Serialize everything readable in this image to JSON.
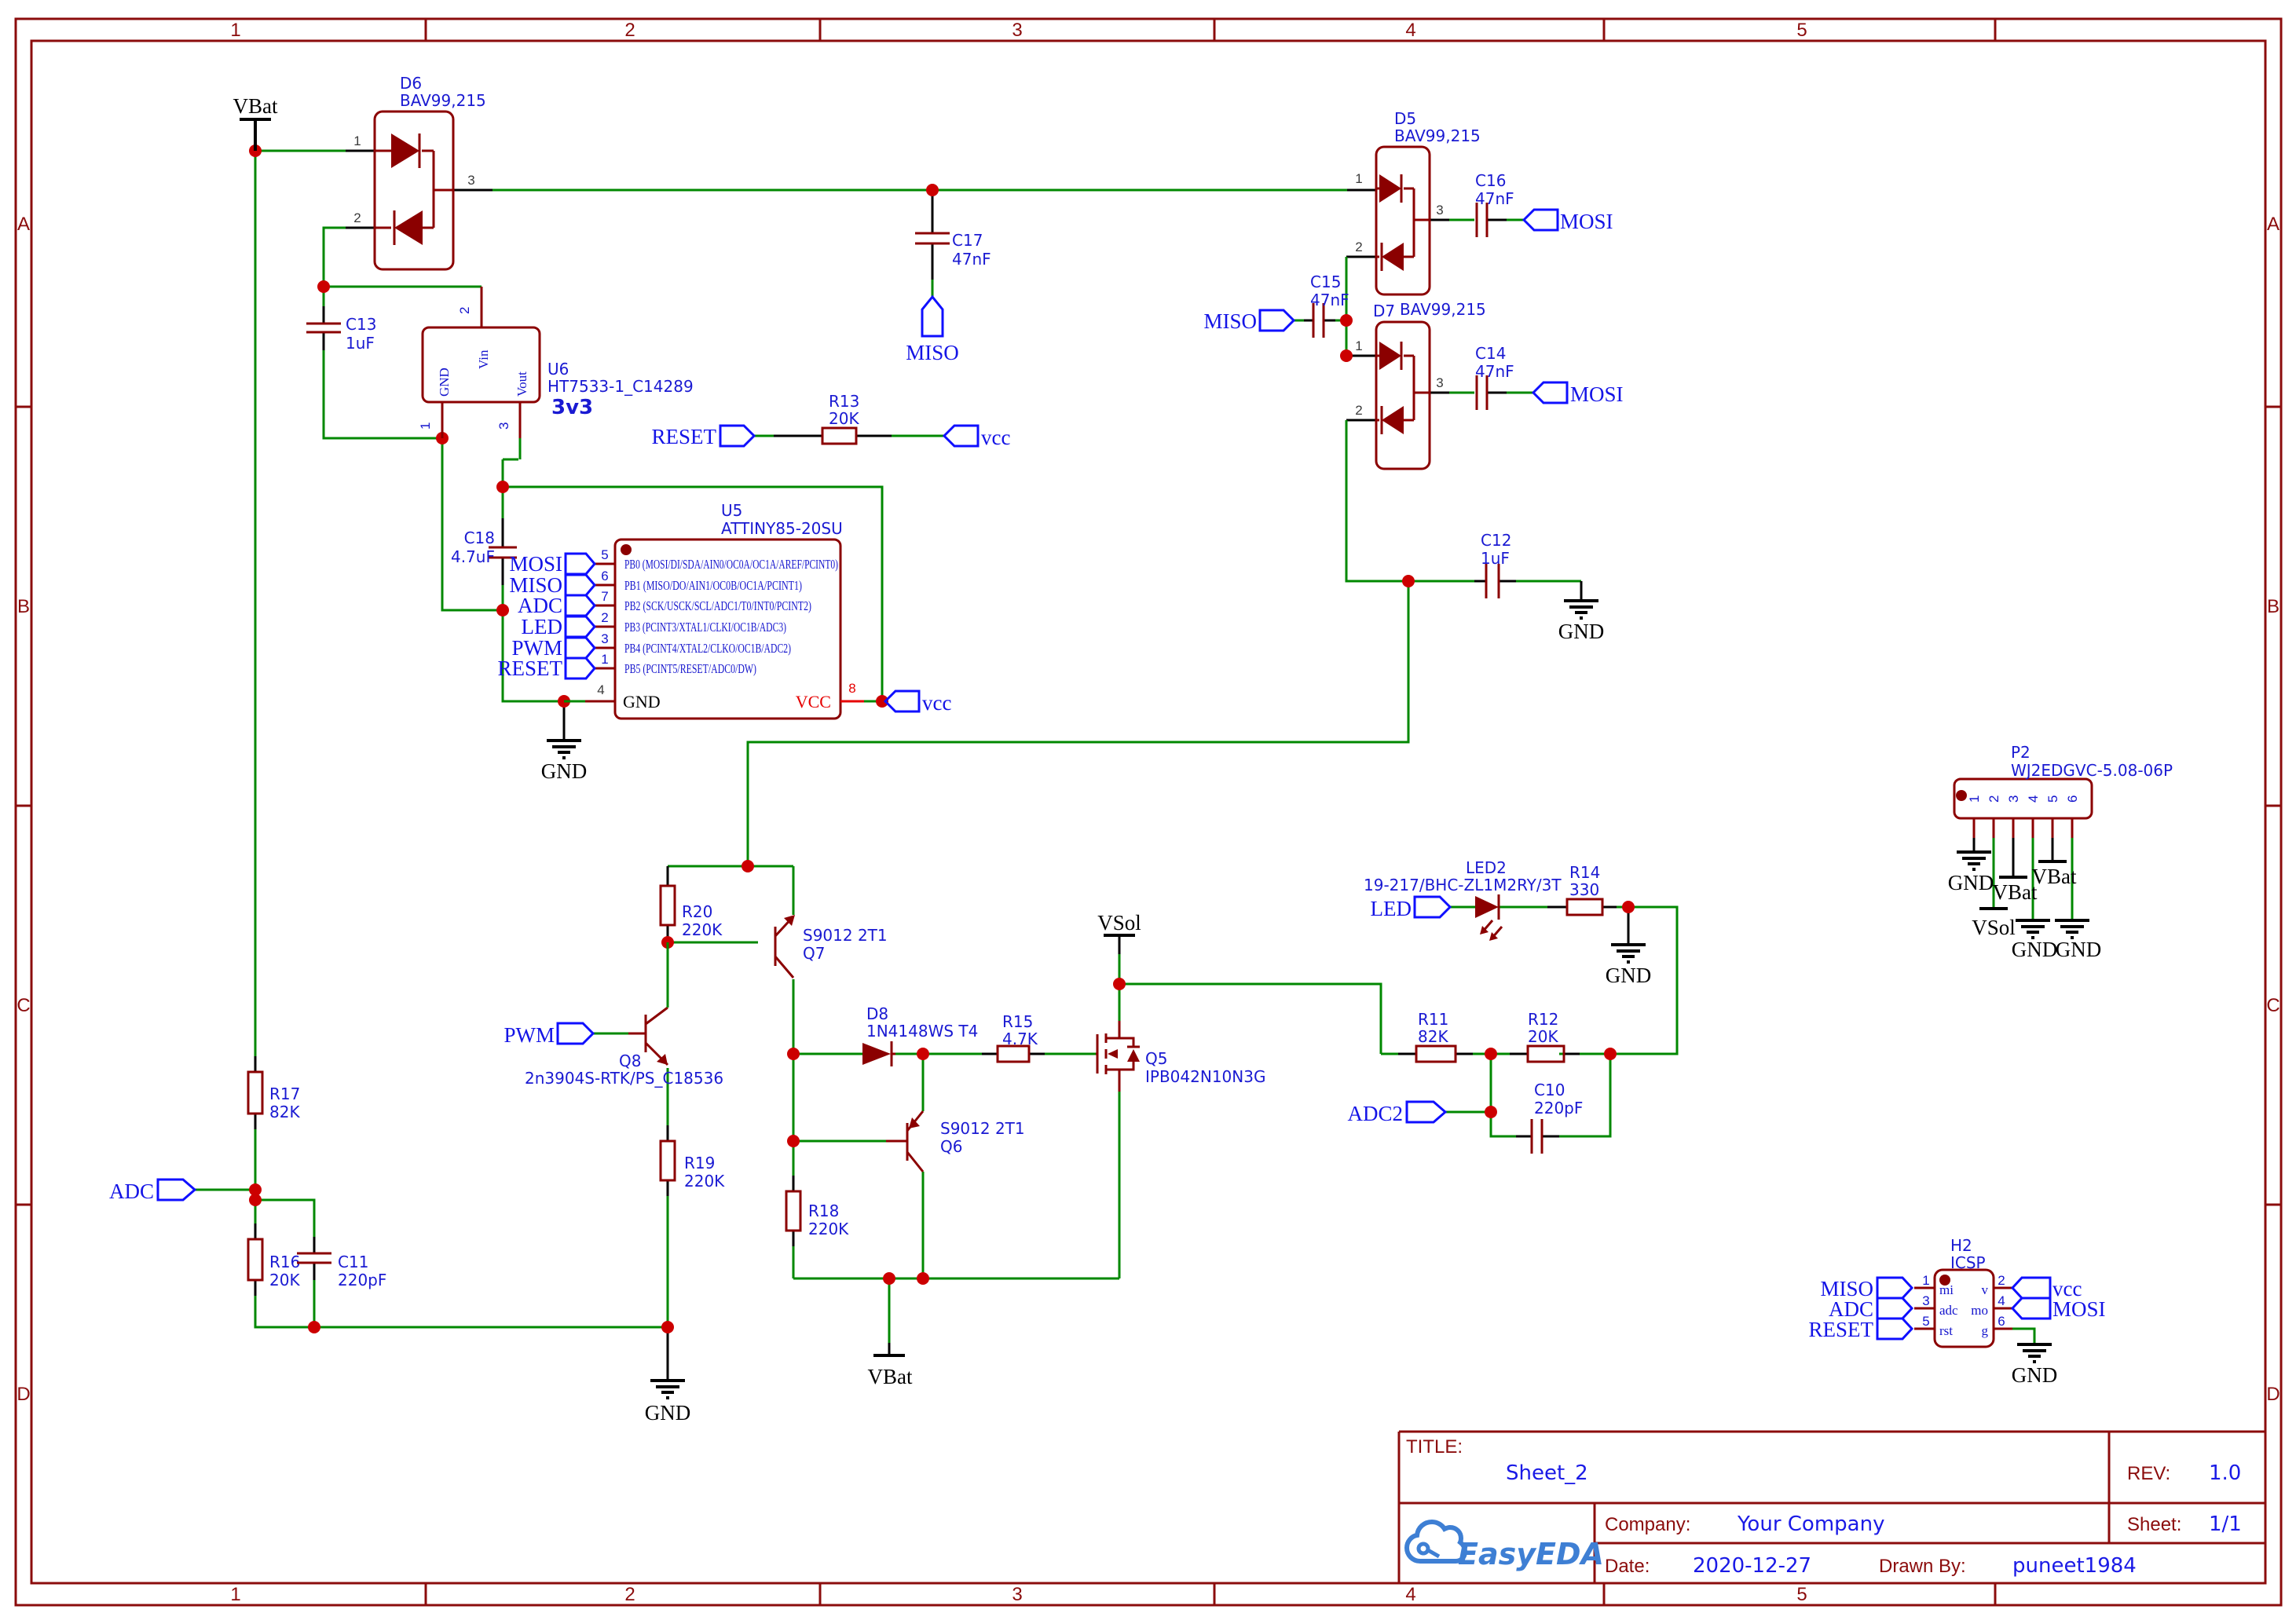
{
  "sheet": {
    "frame": {
      "columns": [
        "1",
        "2",
        "3",
        "4",
        "5"
      ],
      "rows": [
        "A",
        "B",
        "C",
        "D"
      ]
    },
    "title_block": {
      "title_label": "TITLE:",
      "title": "Sheet_2",
      "rev_label": "REV:",
      "rev": "1.0",
      "company_label": "Company:",
      "company": "Your Company",
      "sheet_label": "Sheet:",
      "sheet": "1/1",
      "date_label": "Date:",
      "date": "2020-12-27",
      "drawn_by_label": "Drawn By:",
      "drawn_by": "puneet1984",
      "logo_text": "EasyEDA"
    }
  },
  "colors": {
    "wire": "#008800",
    "symbol": "#8b0000",
    "junction": "#cc0000",
    "net_flag": "#0f0fff",
    "label_blue": "#1a1ad2",
    "frame": "#8b0c0c",
    "vcc_text": "#e60000",
    "logo_blue": "#3e7fd4"
  },
  "components": {
    "d6": {
      "ref": "D6",
      "value": "BAV99,215",
      "pin1": "1",
      "pin2": "2",
      "pin3": "3"
    },
    "d5": {
      "ref": "D5",
      "value": "BAV99,215",
      "pin1": "1",
      "pin2": "2",
      "pin3": "3"
    },
    "d7": {
      "ref": "D7",
      "value": "BAV99,215",
      "pin1": "1",
      "pin2": "2",
      "pin3": "3"
    },
    "d8": {
      "ref": "D8",
      "value": "1N4148WS T4"
    },
    "u6": {
      "ref": "U6",
      "value": "HT7533-1_C14289",
      "subtitle": "3v3",
      "gnd": "GND",
      "vin": "Vin",
      "vout": "Vout",
      "pin_gnd": "1",
      "pin_vin": "2",
      "pin_vout": "3"
    },
    "u5": {
      "ref": "U5",
      "value": "ATTINY85-20SU",
      "gnd_label": "GND",
      "vcc_label": "VCC",
      "gnd_pin": "4",
      "vcc_pin": "8",
      "pins": [
        {
          "num": "5",
          "flag": "MOSI",
          "name": "PB0 (MOSI/DI/SDA/AIN0/OC0A/OC1A/AREF/PCINT0)"
        },
        {
          "num": "6",
          "flag": "MISO",
          "name": "PB1 (MISO/DO/AIN1/OC0B/OC1A/PCINT1)"
        },
        {
          "num": "7",
          "flag": "ADC",
          "name": "PB2 (SCK/USCK/SCL/ADC1/T0/INT0/PCINT2)"
        },
        {
          "num": "2",
          "flag": "LED",
          "name": "PB3 (PCINT3/XTAL1/CLKI/OC1B/ADC3)"
        },
        {
          "num": "3",
          "flag": "PWM",
          "name": "PB4 (PCINT4/XTAL2/CLKO/OC1B/ADC2)"
        },
        {
          "num": "1",
          "flag": "RESET",
          "name": "PB5 (PCINT5/RESET/ADC0/DW)"
        }
      ]
    },
    "c10": {
      "ref": "C10",
      "value": "220pF"
    },
    "c11": {
      "ref": "C11",
      "value": "220pF"
    },
    "c12": {
      "ref": "C12",
      "value": "1uF"
    },
    "c13": {
      "ref": "C13",
      "value": "1uF"
    },
    "c14": {
      "ref": "C14",
      "value": "47nF"
    },
    "c15": {
      "ref": "C15",
      "value": "47nF"
    },
    "c16": {
      "ref": "C16",
      "value": "47nF"
    },
    "c17": {
      "ref": "C17",
      "value": "47nF"
    },
    "c18": {
      "ref": "C18",
      "value": "4.7uF"
    },
    "r11": {
      "ref": "R11",
      "value": "82K"
    },
    "r12": {
      "ref": "R12",
      "value": "20K"
    },
    "r13": {
      "ref": "R13",
      "value": "20K"
    },
    "r14": {
      "ref": "R14",
      "value": "330"
    },
    "r15": {
      "ref": "R15",
      "value": "4.7K"
    },
    "r16": {
      "ref": "R16",
      "value": "20K"
    },
    "r17": {
      "ref": "R17",
      "value": "82K"
    },
    "r18": {
      "ref": "R18",
      "value": "220K"
    },
    "r19": {
      "ref": "R19",
      "value": "220K"
    },
    "r20": {
      "ref": "R20",
      "value": "220K"
    },
    "q5": {
      "ref": "Q5",
      "value": "IPB042N10N3G"
    },
    "q6": {
      "ref": "Q6",
      "value": "S9012 2T1"
    },
    "q7": {
      "ref": "Q7",
      "value": "S9012 2T1"
    },
    "q8": {
      "ref": "Q8",
      "value": "2n3904S-RTK/PS_C18536"
    },
    "led2": {
      "ref": "LED2",
      "value": "19-217/BHC-ZL1M2RY/3T"
    },
    "p2": {
      "ref": "P2",
      "value": "WJ2EDGVC-5.08-06P",
      "pins": [
        "1",
        "2",
        "3",
        "4",
        "5",
        "6"
      ]
    },
    "h2": {
      "ref": "H2",
      "value": "ICSP",
      "pin1": "1",
      "pin3": "3",
      "pin5": "5",
      "pin2": "2",
      "pin4": "4",
      "pin6": "6",
      "inner_mi": "mi",
      "inner_adc": "adc",
      "inner_rst": "rst",
      "inner_v": "v",
      "inner_mo": "mo",
      "inner_g": "g"
    }
  },
  "net_flags": {
    "reset": "RESET",
    "vcc": "vcc",
    "miso": "MISO",
    "mosi": "MOSI",
    "adc": "ADC",
    "adc2": "ADC2",
    "led": "LED",
    "pwm": "PWM"
  },
  "power": {
    "vbat": "VBat",
    "vsol": "VSol",
    "gnd": "GND"
  }
}
